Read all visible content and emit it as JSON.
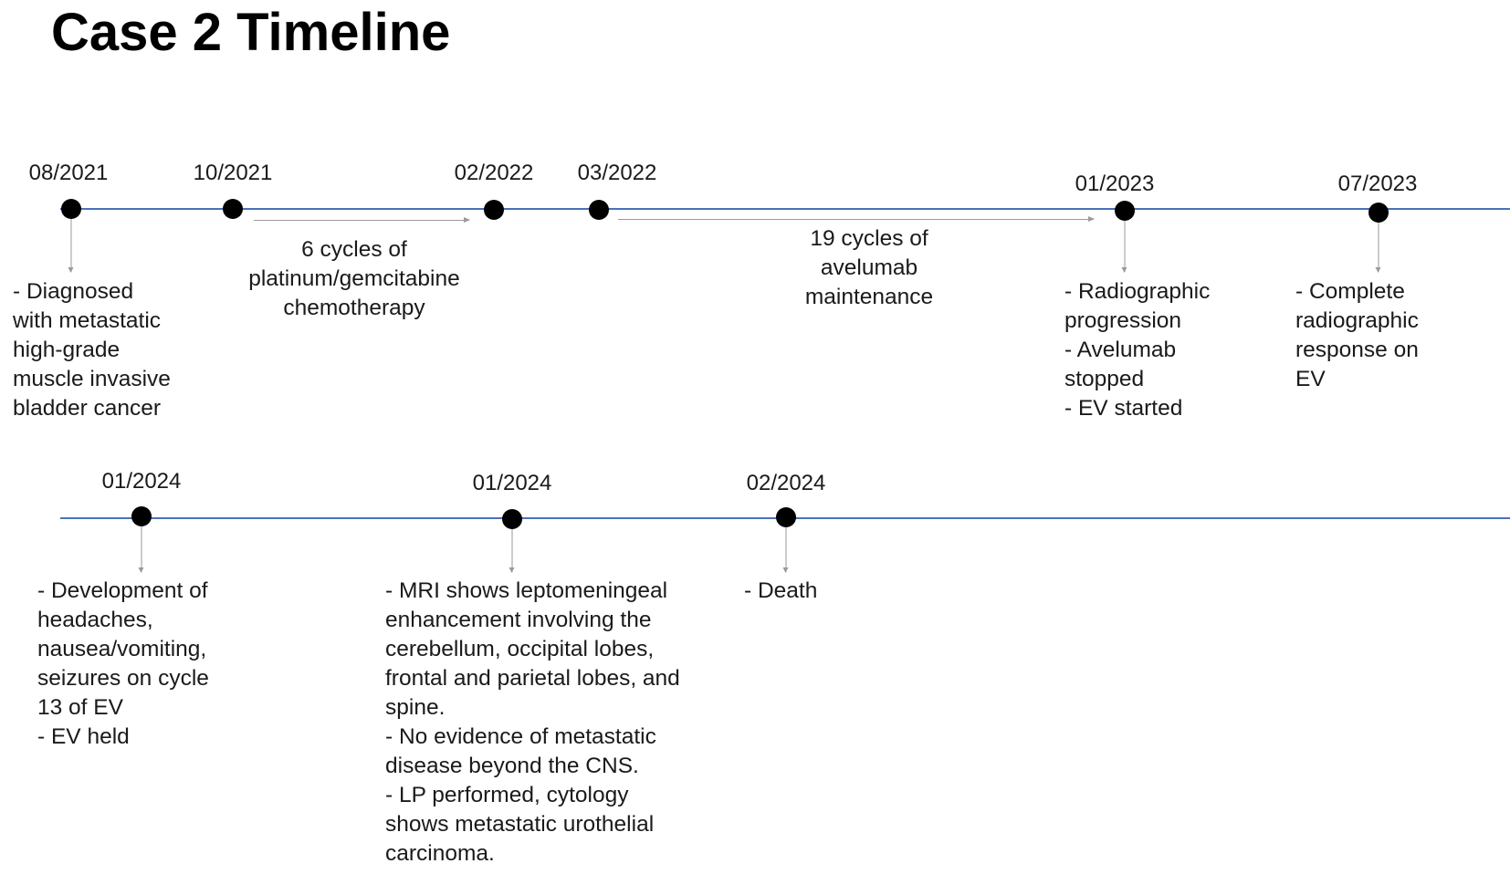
{
  "title": "Case 2 Timeline",
  "colors": {
    "axis_line": "#4a72b8",
    "marker": "#000000",
    "connector": "#9a9a9a"
  },
  "rows": [
    {
      "events": [
        {
          "date": "08/2021",
          "lines": [
            "- Diagnosed",
            "with metastatic",
            "high-grade",
            "muscle invasive",
            "bladder cancer"
          ]
        },
        {
          "date": "10/2021",
          "lines": []
        },
        {
          "date": "02/2022",
          "lines": []
        },
        {
          "date": "03/2022",
          "lines": []
        },
        {
          "date": "01/2023",
          "lines": [
            "-  Radiographic",
            "progression",
            "- Avelumab",
            "stopped",
            "- EV started"
          ]
        },
        {
          "date": "07/2023",
          "lines": [
            "- Complete",
            "radiographic",
            "response on",
            "EV"
          ]
        }
      ],
      "spans": [
        {
          "lines": [
            "6 cycles of",
            "platinum/gemcitabine",
            "chemotherapy"
          ]
        },
        {
          "lines": [
            "19 cycles of",
            "avelumab",
            "maintenance"
          ]
        }
      ]
    },
    {
      "events": [
        {
          "date": "01/2024",
          "lines": [
            "- Development of",
            "headaches,",
            "nausea/vomiting,",
            "seizures on cycle",
            "13 of EV",
            "- EV held"
          ]
        },
        {
          "date": "01/2024",
          "lines": [
            "- MRI shows leptomeningeal",
            "enhancement involving the",
            "cerebellum, occipital lobes,",
            "frontal and parietal lobes, and",
            "spine.",
            "- No evidence of metastatic",
            "disease beyond the CNS.",
            "- LP performed, cytology",
            "shows metastatic urothelial",
            "carcinoma."
          ]
        },
        {
          "date": "02/2024",
          "lines": [
            "- Death"
          ]
        }
      ],
      "spans": []
    }
  ]
}
